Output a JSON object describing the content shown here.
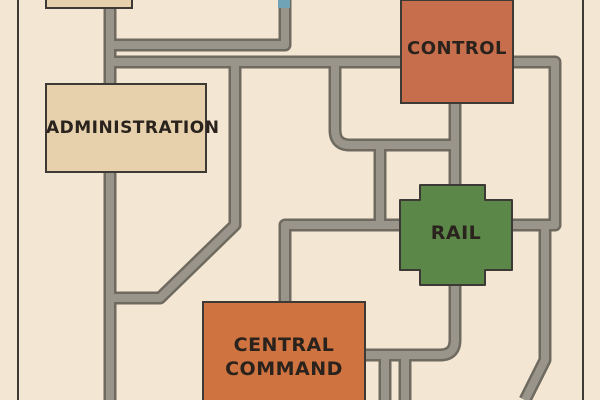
{
  "zones": [
    {
      "id": "administration",
      "label": "ADMINISTRATION",
      "color": "#e6d1ac"
    },
    {
      "id": "control",
      "label": "CONTROL",
      "color": "#c76e4c"
    },
    {
      "id": "rail",
      "label": "RAIL",
      "color": "#5b8749"
    },
    {
      "id": "central_command",
      "label": "CENTRAL\nCOMMAND",
      "color": "#cf7441"
    }
  ],
  "colors": {
    "background": "#f3e7d3",
    "path_outline": "#6f6a5f",
    "path_fill": "#9a958a",
    "frame": "#3d3a36",
    "water_accent": "#6fa3b5"
  }
}
